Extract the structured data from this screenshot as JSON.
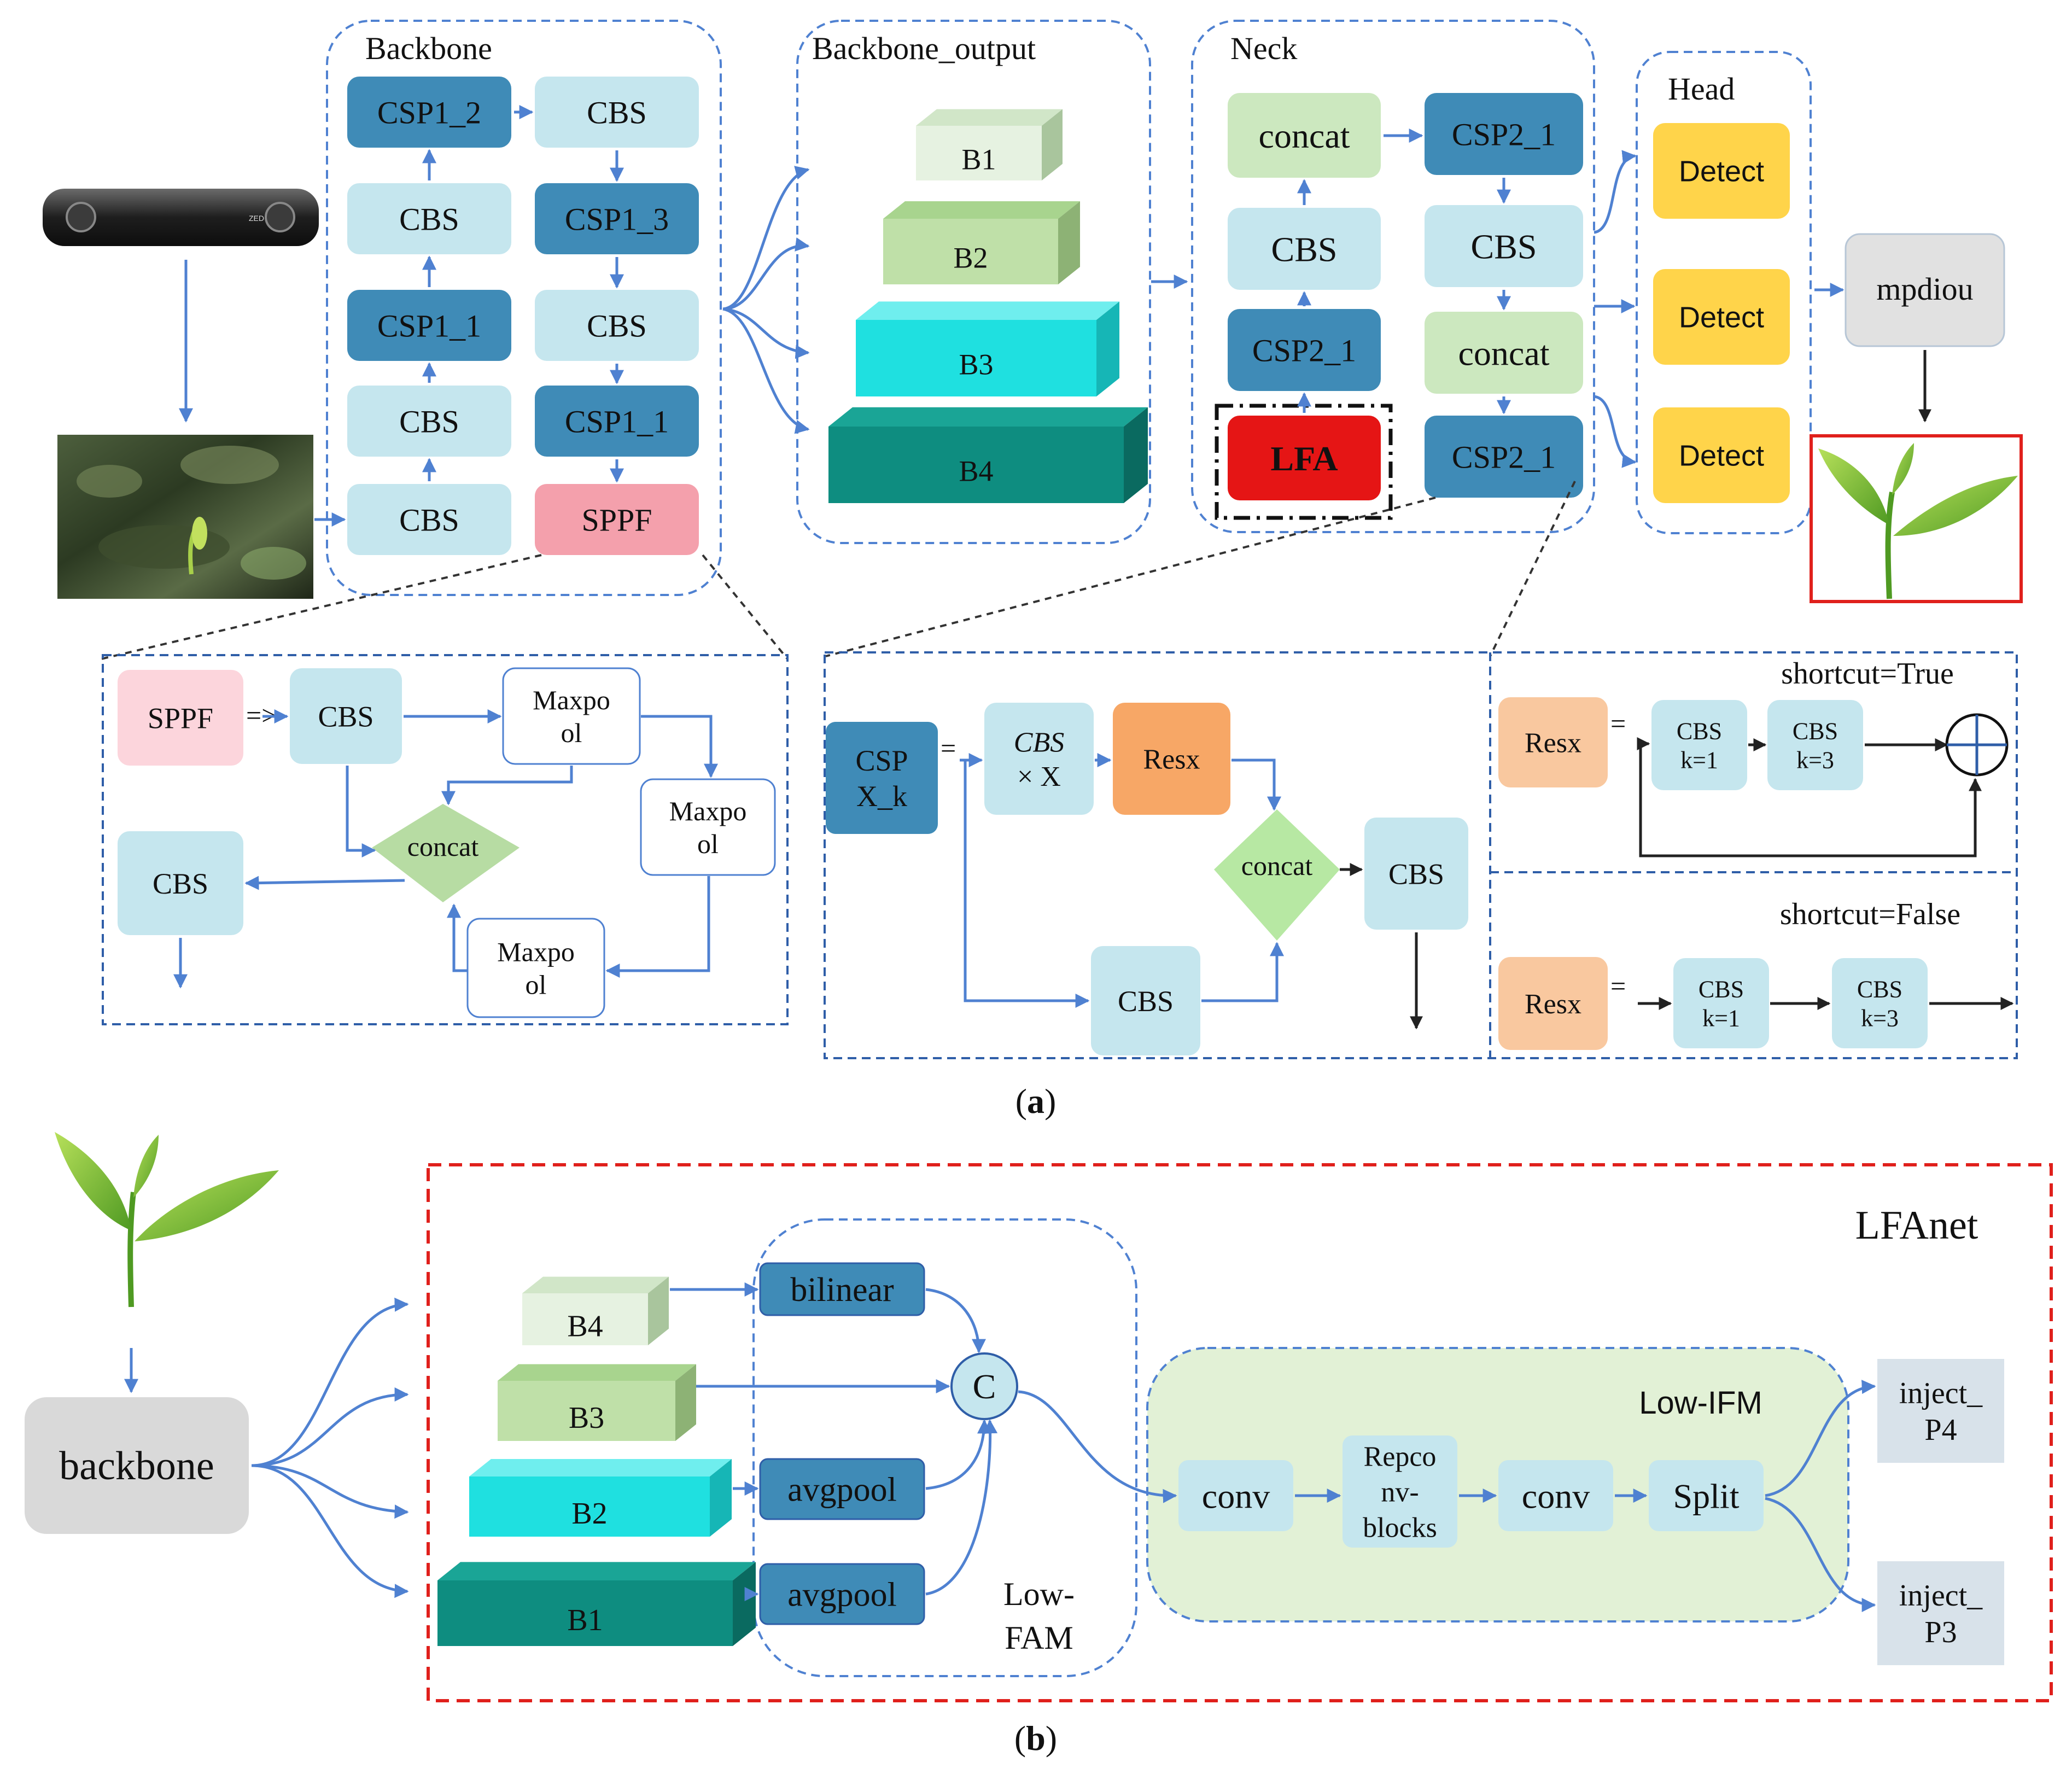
{
  "part_a": {
    "caption_open": "(",
    "caption_letter": "a",
    "caption_close": ")",
    "backbone": {
      "title": "Backbone",
      "left_column": [
        "CSP1_2",
        "CBS",
        "CSP1_1",
        "CBS",
        "CBS"
      ],
      "right_column": [
        "CBS",
        "CSP1_3",
        "CBS",
        "CSP1_1",
        "SPPF"
      ]
    },
    "backbone_output": {
      "title": "Backbone_output",
      "blocks": [
        "B1",
        "B2",
        "B3",
        "B4"
      ]
    },
    "neck": {
      "title": "Neck",
      "left_column": [
        "concat",
        "CBS",
        "CSP2_1",
        "LFA"
      ],
      "right_column": [
        "CSP2_1",
        "CBS",
        "concat",
        "CSP2_1"
      ]
    },
    "head": {
      "title": "Head",
      "detects": [
        "Detect",
        "Detect",
        "Detect"
      ]
    },
    "mpdiou": "mpdiou",
    "sppf_detail": {
      "sppf": "SPPF",
      "arrow": "=>",
      "cbs_first": "CBS",
      "maxpool_1": [
        "Maxpo",
        "ol"
      ],
      "maxpool_2": [
        "Maxpo",
        "ol"
      ],
      "maxpool_3": [
        "Maxpo",
        "ol"
      ],
      "concat": "concat",
      "cbs_out": "CBS"
    },
    "csp_detail": {
      "csp": [
        "CSP",
        "X_k"
      ],
      "equals": "=",
      "cbs_x": [
        "CBS",
        "× X"
      ],
      "resx": "Resx",
      "concat": "concat",
      "cbs_bottom": "CBS",
      "cbs_out": "CBS"
    },
    "shortcut_true": {
      "title": "shortcut=True",
      "resx": "Resx",
      "equals": "=",
      "cbs_1": [
        "CBS",
        "k=1"
      ],
      "cbs_2": [
        "CBS",
        "k=3"
      ]
    },
    "shortcut_false": {
      "title": "shortcut=False",
      "resx": "Resx",
      "equals": "=",
      "cbs_1": [
        "CBS",
        "k=1"
      ],
      "cbs_2": [
        "CBS",
        "k=3"
      ]
    }
  },
  "part_b": {
    "caption_open": "(",
    "caption_letter": "b",
    "caption_close": ")",
    "lfanet_title": "LFAnet",
    "backbone": "backbone",
    "blocks": [
      "B4",
      "B3",
      "B2",
      "B1"
    ],
    "ops": [
      "bilinear",
      "avgpool",
      "avgpool"
    ],
    "concat_node": "C",
    "low_fam": [
      "Low-",
      "FAM"
    ],
    "low_ifm": "Low-IFM",
    "conv_1": "conv",
    "repconv": [
      "Repco",
      "nv-",
      "blocks"
    ],
    "conv_2": "conv",
    "split": "Split",
    "inject_p4": [
      "inject_",
      "P4"
    ],
    "inject_p3": [
      "inject_",
      "P3"
    ]
  },
  "colors": {
    "arrow_blue": "#4f81d1",
    "box_light": "#c5e6ee",
    "box_dark": "#3f8bb7",
    "concat_green": "#cce8bf",
    "sppf_pink": "#f4a0ac",
    "lfa_red": "#e51515",
    "detect_yellow": "#ffd44a",
    "resx_orange": "#f9c89f",
    "resx_deep": "#f7a766",
    "lfanet_border": "#e0201c",
    "low_ifm_bg": "#e2f1d6",
    "inject_grey": "#d8e2ea",
    "mpdiou_grey": "#e1e1e1"
  }
}
